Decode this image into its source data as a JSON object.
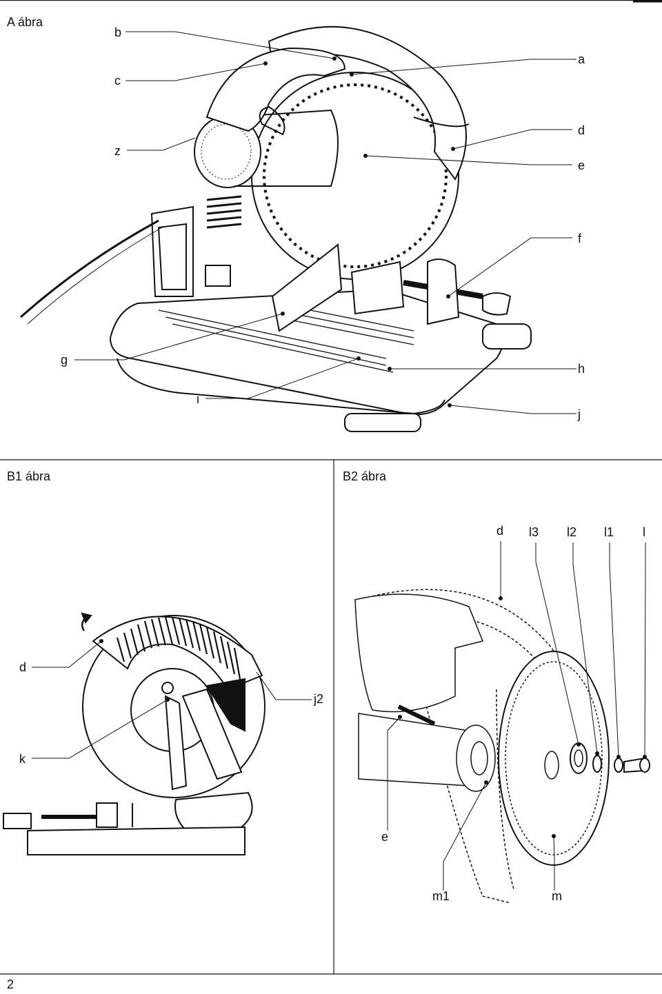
{
  "figures": {
    "a": {
      "title": "A ábra",
      "labels": {
        "a": "a",
        "b": "b",
        "c": "c",
        "z": "z",
        "d": "d",
        "e": "e",
        "f": "f",
        "g": "g",
        "h": "h",
        "i": "i",
        "j": "j"
      }
    },
    "b1": {
      "title": "B1 ábra",
      "labels": {
        "d": "d",
        "j2": "j2",
        "k": "k"
      }
    },
    "b2": {
      "title": "B2 ábra",
      "labels": {
        "d": "d",
        "l3": "l3",
        "l2": "l2",
        "l1": "l1",
        "l": "l",
        "e": "e",
        "m1": "m1",
        "m": "m"
      }
    }
  },
  "page_number": "2",
  "colors": {
    "line": "#111111",
    "fill": "#ffffff"
  }
}
